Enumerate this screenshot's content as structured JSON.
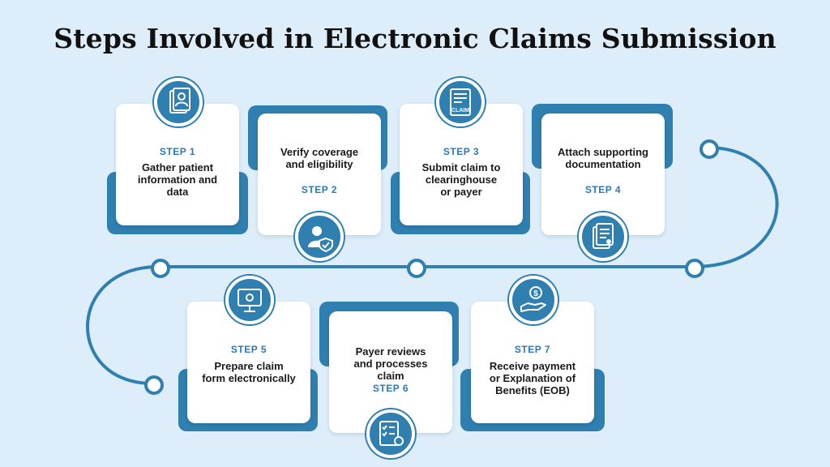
{
  "title": "Steps Involved in Electronic Claims Submission",
  "colors": {
    "accent": "#2f7fb0",
    "step_label": "#2a7ab5",
    "background": "#ddeefa"
  },
  "steps": [
    {
      "label": "STEP 1",
      "text": "Gather patient\ninformation and\ndata",
      "icon": "patient-file-icon"
    },
    {
      "label": "STEP  2",
      "text": "Verify coverage\nand eligibility",
      "icon": "verified-user-icon"
    },
    {
      "label": "STEP 3",
      "text": "Submit claim to\nclearinghouse\nor payer",
      "icon": "claim-document-icon",
      "icon_text": "CLAIM"
    },
    {
      "label": "STEP  4",
      "text": "Attach supporting\ndocumentation",
      "icon": "documents-icon"
    },
    {
      "label": "STEP 5",
      "text": "Prepare claim\nform electronically",
      "icon": "computer-monitor-icon"
    },
    {
      "label": "STEP  6",
      "text": "Payer reviews\nand processes\nclaim",
      "icon": "review-checklist-icon"
    },
    {
      "label": "STEP 7",
      "text": "Receive payment\nor Explanation of\nBenefits (EOB)",
      "icon": "payment-hand-icon"
    }
  ]
}
